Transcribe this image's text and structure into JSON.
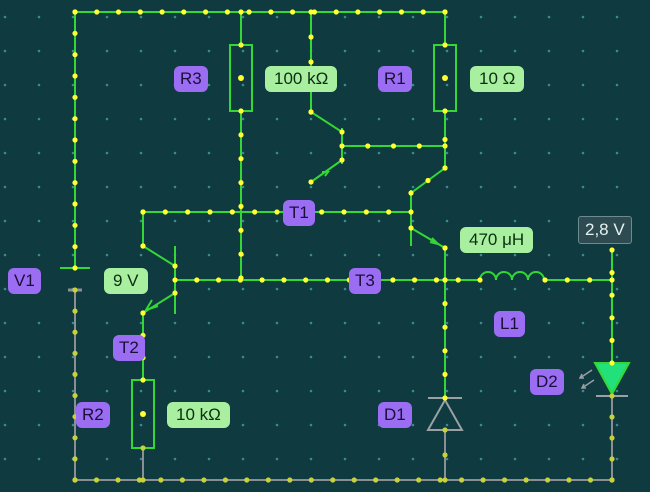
{
  "colors": {
    "background": "#0e3a40",
    "wire_live": "#34d734",
    "wire_dead": "#8a8f93",
    "junction": "#ffff33",
    "name_badge": "#9b6df2",
    "value_badge": "#a8f0a0",
    "led": "#22e07a"
  },
  "components": {
    "R3": {
      "name": "R3",
      "value": "100 kΩ"
    },
    "R1": {
      "name": "R1",
      "value": "10 Ω"
    },
    "T1": {
      "name": "T1"
    },
    "T2": {
      "name": "T2"
    },
    "T3": {
      "name": "T3"
    },
    "V1": {
      "name": "V1",
      "value": "9 V"
    },
    "L1": {
      "name": "L1",
      "value": "470 μH"
    },
    "R2": {
      "name": "R2",
      "value": "10 kΩ"
    },
    "D1": {
      "name": "D1"
    },
    "D2": {
      "name": "D2"
    }
  },
  "meter": {
    "value": "2,8 V"
  }
}
